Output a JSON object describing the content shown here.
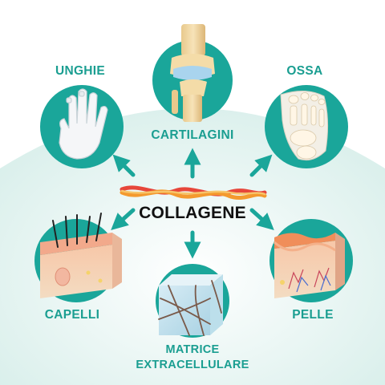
{
  "center": {
    "label": "COLLAGENE"
  },
  "nodes": [
    {
      "id": "cartilagini",
      "label": "CARTILAGINI",
      "icon": "knee-joint-icon"
    },
    {
      "id": "unghie",
      "label": "UNGHIE",
      "icon": "hand-icon"
    },
    {
      "id": "ossa",
      "label": "OSSA",
      "icon": "foot-bones-icon"
    },
    {
      "id": "capelli",
      "label": "CAPELLI",
      "icon": "hair-follicle-icon"
    },
    {
      "id": "matrice",
      "label_line1": "MATRICE",
      "label_line2": "EXTRACELLULARE",
      "icon": "extracellular-matrix-icon"
    },
    {
      "id": "pelle",
      "label": "PELLE",
      "icon": "skin-layers-icon"
    }
  ],
  "colors": {
    "teal": "#1aa69a",
    "label": "#1a9e91",
    "center_text": "#111111",
    "background_tint": "#e6f4f1"
  }
}
